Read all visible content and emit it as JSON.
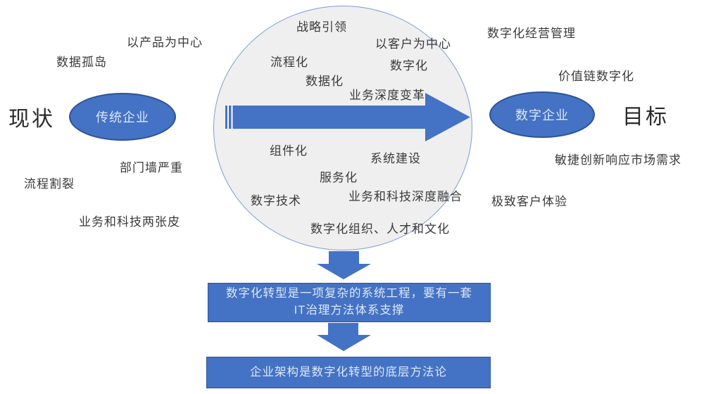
{
  "left": {
    "title": "现状",
    "ellipse_label": "传统企业",
    "issues": [
      "以产品为中心",
      "数据孤岛",
      "部门墙严重",
      "流程割裂",
      "业务和科技两张皮"
    ]
  },
  "circle": {
    "labels": [
      "战略引领",
      "以客户为中心",
      "流程化",
      "数字化",
      "数据化",
      "业务深度变革",
      "组件化",
      "系统建设",
      "服务化",
      "数字技术",
      "业务和科技深度融合",
      "数字化组织、人才和文化"
    ]
  },
  "right": {
    "title": "目标",
    "ellipse_label": "数字企业",
    "benefits": [
      "数字化经营管理",
      "价值链数字化",
      "敏捷创新响应市场需求",
      "极致客户体验"
    ]
  },
  "bottom": {
    "box1": "数字化转型是一项复杂的系统工程，要有一套\nIT治理方法体系支撑",
    "box2": "企业架构是数字化转型的底层方法论"
  },
  "colors": {
    "accent": "#4472c4",
    "accent_dark": "#2c5396",
    "circle_fill": "#efefef",
    "circle_border": "#7c9cd6",
    "text": "#3a3a3a",
    "light_text": "#dce8f8"
  }
}
